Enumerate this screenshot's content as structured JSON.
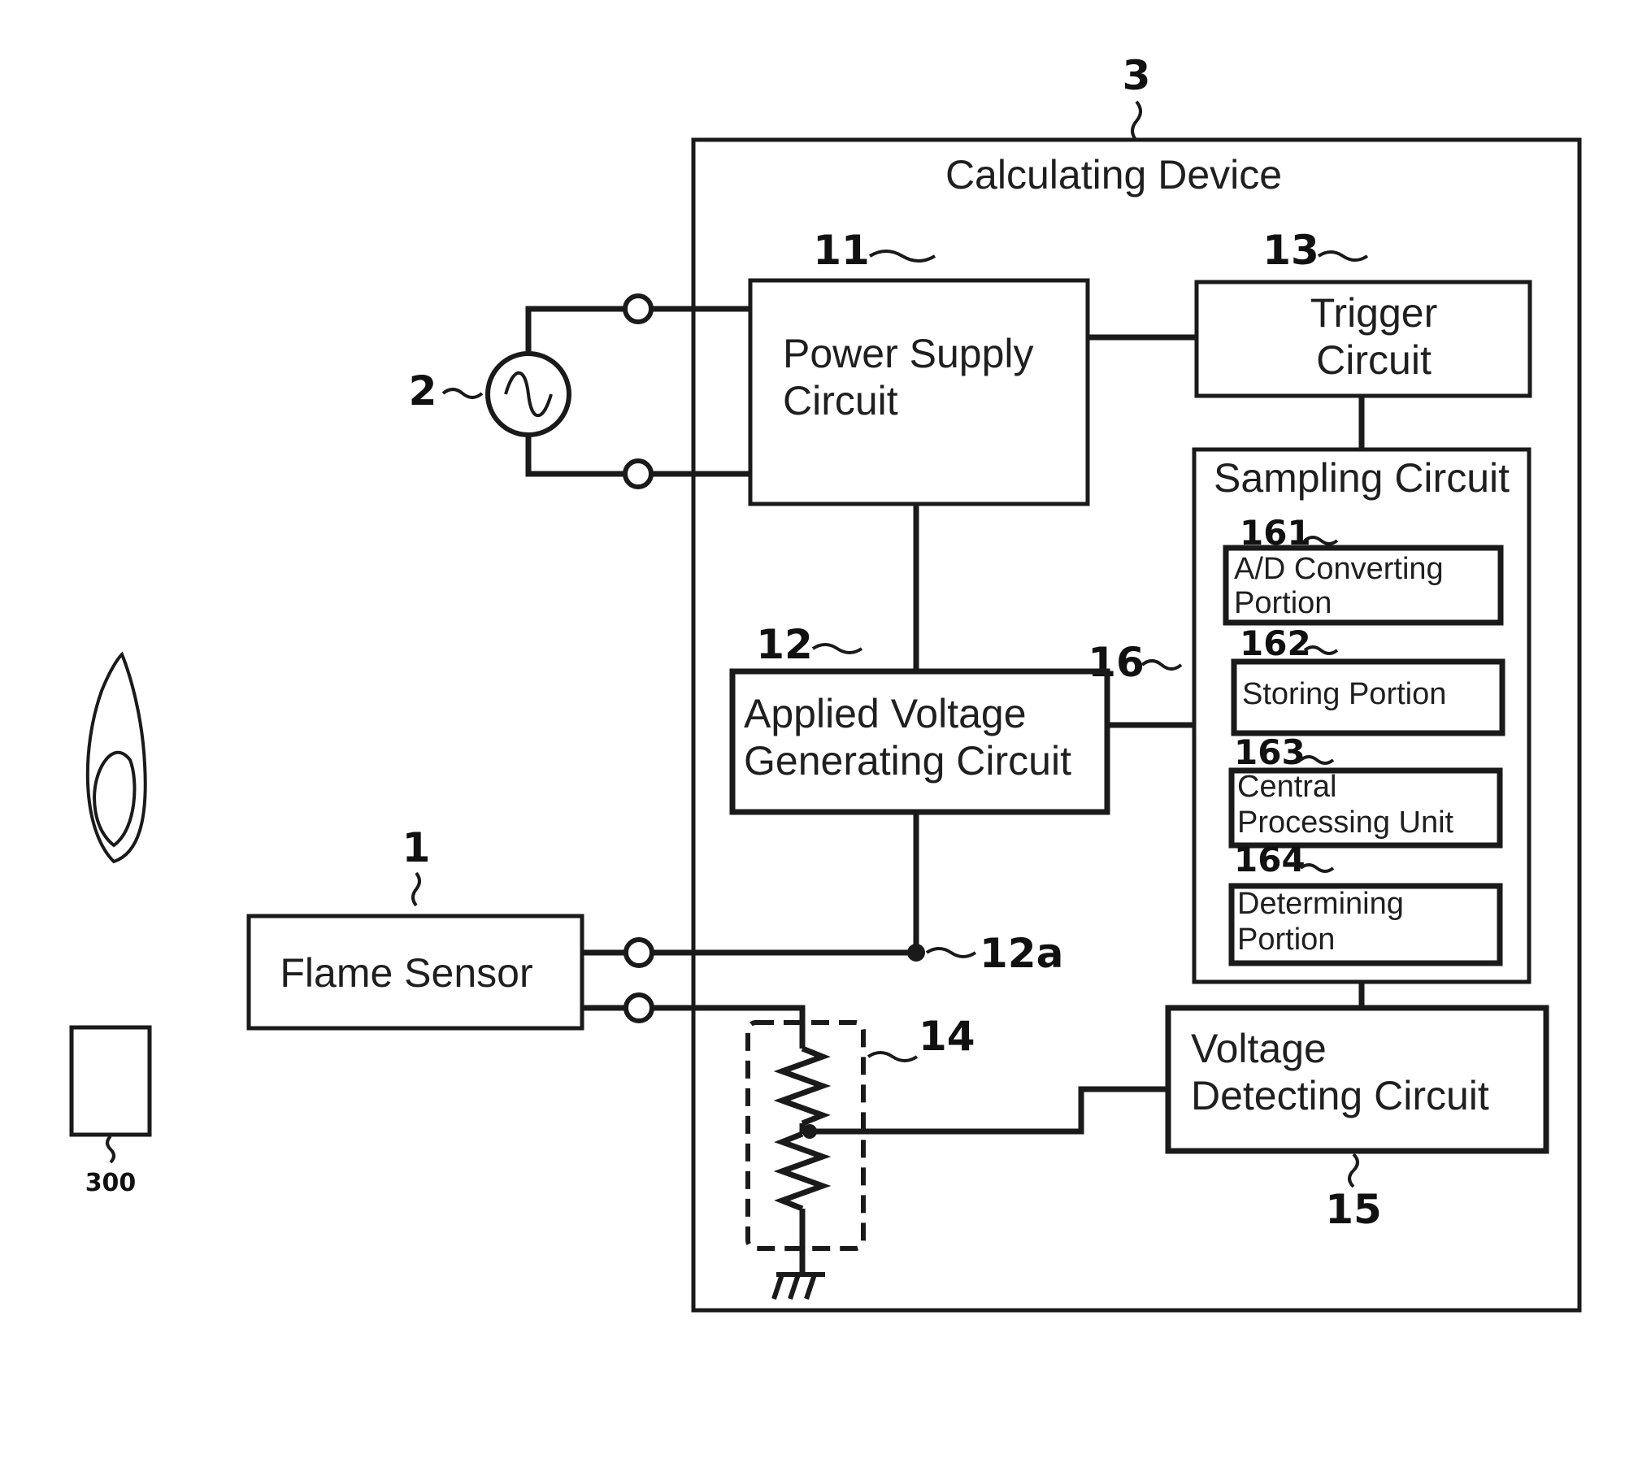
{
  "blocks": {
    "calculating_device": "Calculating Device",
    "power_supply": [
      "Power Supply",
      "Circuit"
    ],
    "trigger": [
      "Trigger",
      "Circuit"
    ],
    "sampling": "Sampling Circuit",
    "ad_converting": [
      "A/D Converting",
      "Portion"
    ],
    "storing": "Storing  Portion",
    "cpu": [
      "Central",
      "Processing Unit"
    ],
    "determining": [
      "Determining",
      "Portion"
    ],
    "applied_voltage": [
      "Applied Voltage",
      "Generating Circuit"
    ],
    "voltage_detecting": [
      "Voltage",
      "Detecting Circuit"
    ],
    "flame_sensor": "Flame Sensor"
  },
  "refs": {
    "device": "3",
    "power_supply": "11",
    "trigger": "13",
    "ac_source": "2",
    "ad": "161",
    "storing": "162",
    "cpu": "163",
    "determining": "164",
    "sampling": "16",
    "applied_voltage": "12",
    "sensor": "1",
    "node": "12a",
    "divider": "14",
    "voltage_detecting": "15",
    "burner": "300"
  }
}
